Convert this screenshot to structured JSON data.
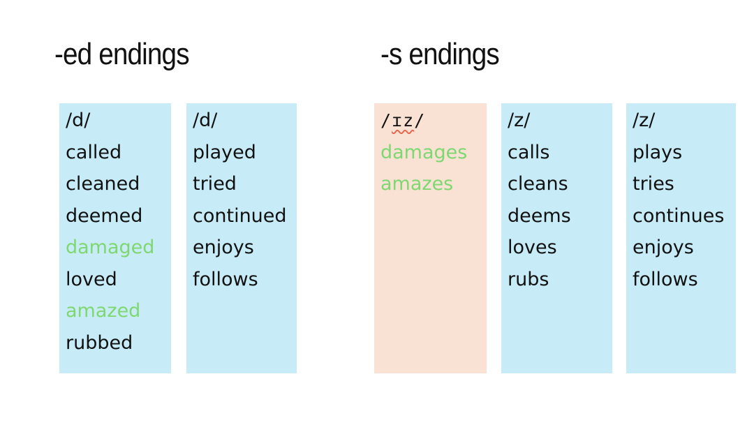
{
  "colors": {
    "page_bg": "#ffffff",
    "text": "#111111",
    "blue_box": "#c8ecf7",
    "peach_box": "#f9e2d4",
    "green_text": "#7fd771",
    "underline_red": "#e8694f"
  },
  "titles": {
    "ed": "-ed endings",
    "s": "-s endings"
  },
  "boxes": {
    "ed_d1": {
      "variant": "blue",
      "phoneme": "/d/",
      "words": [
        {
          "text": "called",
          "highlight": false
        },
        {
          "text": "cleaned",
          "highlight": false
        },
        {
          "text": "deemed",
          "highlight": false
        },
        {
          "text": "damaged",
          "highlight": true
        },
        {
          "text": "loved",
          "highlight": false
        },
        {
          "text": "amazed",
          "highlight": true
        },
        {
          "text": "rubbed",
          "highlight": false
        }
      ]
    },
    "ed_d2": {
      "variant": "blue",
      "phoneme": "/d/",
      "words": [
        {
          "text": "played",
          "highlight": false
        },
        {
          "text": "tried",
          "highlight": false
        },
        {
          "text": "continued",
          "highlight": false
        },
        {
          "text": "enjoys",
          "highlight": false
        },
        {
          "text": "follows",
          "highlight": false
        }
      ]
    },
    "s_iz": {
      "variant": "peach",
      "phoneme_parts": {
        "open_slash": "/",
        "symbol": "ɪz",
        "close_slash": "/",
        "spellcheck_underline": true
      },
      "words": [
        {
          "text": "damages",
          "highlight": true
        },
        {
          "text": "amazes",
          "highlight": true
        }
      ]
    },
    "s_z1": {
      "variant": "blue",
      "phoneme": "/z/",
      "words": [
        {
          "text": "calls",
          "highlight": false
        },
        {
          "text": "cleans",
          "highlight": false
        },
        {
          "text": "deems",
          "highlight": false
        },
        {
          "text": "loves",
          "highlight": false
        },
        {
          "text": "rubs",
          "highlight": false
        }
      ]
    },
    "s_z2": {
      "variant": "blue",
      "phoneme": "/z/",
      "words": [
        {
          "text": "plays",
          "highlight": false
        },
        {
          "text": "tries",
          "highlight": false
        },
        {
          "text": "continues",
          "highlight": false
        },
        {
          "text": "enjoys",
          "highlight": false
        },
        {
          "text": "follows",
          "highlight": false
        }
      ]
    }
  }
}
